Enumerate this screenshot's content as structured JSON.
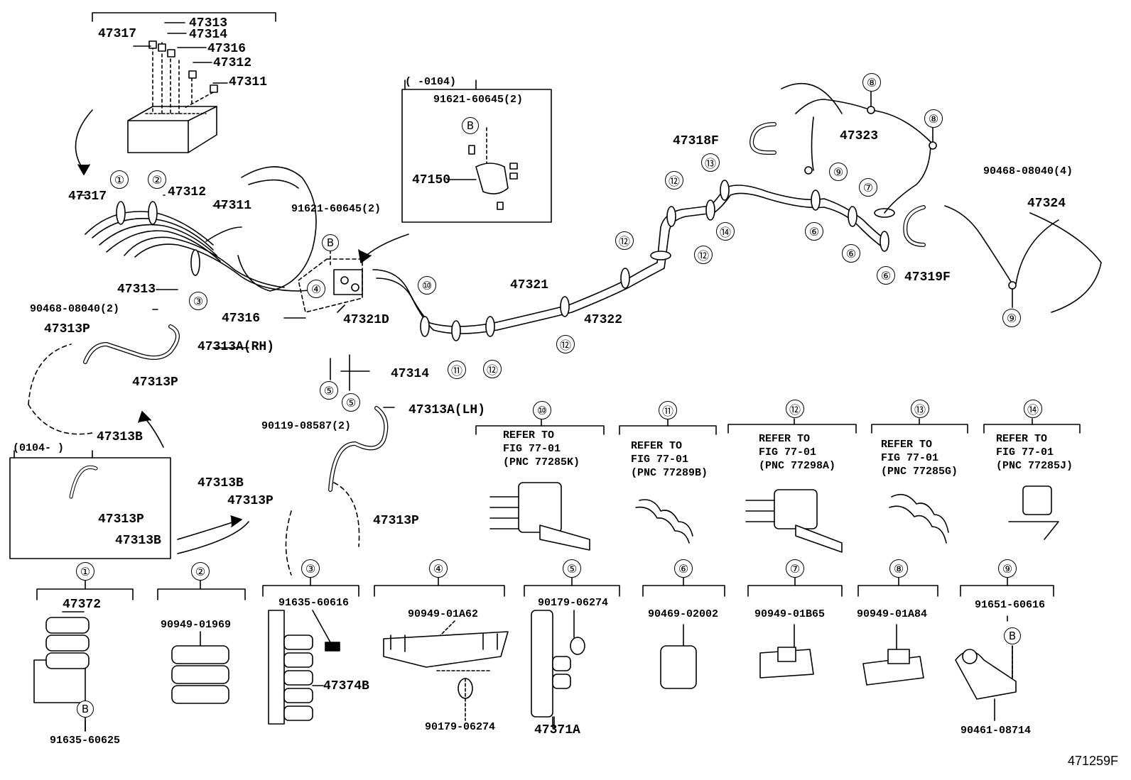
{
  "figure_id": "471259F",
  "part_labels": {
    "p47317_top": "47317",
    "p47313_top": "47313",
    "p47314_top": "47314",
    "p47316_top": "47316",
    "p47312_top": "47312",
    "p47311_top": "47311",
    "p47317_mid": "47317",
    "p47312_mid": "47312",
    "p47311_mid": "47311",
    "p47313_mid": "47313",
    "clamp_90468_left": "90468-08040(2)",
    "p47313P_1": "47313P",
    "p47313A_rh": "47313A(RH)",
    "p47313P_2": "47313P",
    "p47313B_1": "47313B",
    "p47316_mid": "47316",
    "p47321D": "47321D",
    "p47314_mid": "47314",
    "p47313A_lh": "47313A(LH)",
    "bolt_90119": "90119-08587(2)",
    "p47313B_2": "47313B",
    "p47313P_3": "47313P",
    "p47313P_4": "47313P",
    "inset_left_range": "(0104-       )",
    "inset_47313P": "47313P",
    "inset_47313B": "47313B",
    "bolt_91621_mid": "91621-60645(2)",
    "inset_top_range": "(      -0104)",
    "inset_91621": "91621-60645(2)",
    "inset_47150": "47150",
    "p47321": "47321",
    "p47322": "47322",
    "p47318F": "47318F",
    "p47323": "47323",
    "clamp_90468_right": "90468-08040(4)",
    "p47324": "47324",
    "p47319F": "47319F"
  },
  "clamp_sections": [
    {
      "num": "10",
      "lines": [
        "REFER TO",
        "FIG 77-01",
        "(PNC 77285K)"
      ]
    },
    {
      "num": "11",
      "lines": [
        "REFER TO",
        "FIG 77-01",
        "(PNC 77289B)"
      ]
    },
    {
      "num": "12",
      "lines": [
        "REFER TO",
        "FIG 77-01",
        "(PNC 77298A)"
      ]
    },
    {
      "num": "13",
      "lines": [
        "REFER TO",
        "FIG 77-01",
        "(PNC 77285G)"
      ]
    },
    {
      "num": "14",
      "lines": [
        "REFER TO",
        "FIG 77-01",
        "(PNC 77285J)"
      ]
    }
  ],
  "bottom_parts": {
    "s1_top": "47372",
    "s1_bottom": "91635-60625",
    "s2_top": "90949-01969",
    "s3_top": "91635-60616",
    "s3_side": "47374B",
    "s4_top": "90949-01A62",
    "s4_bottom": "90179-06274",
    "s5_top": "90179-06274",
    "s5_bottom": "47371A",
    "s6_top": "90469-02002",
    "s7_top": "90949-01B65",
    "s8_top": "90949-01A84",
    "s9_top": "91651-60616",
    "s9_bottom": "90461-08714"
  },
  "callouts": {
    "c1": "①",
    "c2": "②",
    "c3": "③",
    "c4": "④",
    "c5": "⑤",
    "c6": "⑥",
    "c7": "⑦",
    "c8": "⑧",
    "c9": "⑨",
    "c10": "⑩",
    "c11": "⑪",
    "c12": "⑫",
    "c13": "⑬",
    "c14": "⑭",
    "b": "B"
  }
}
